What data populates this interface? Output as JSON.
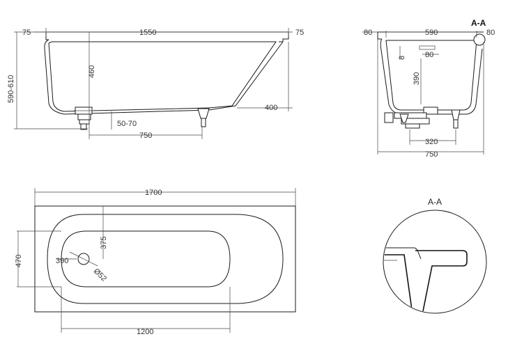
{
  "side_view": {
    "dims": {
      "left_rim": "75",
      "length": "1550",
      "right_rim": "75",
      "height": "590-610",
      "depth": "460",
      "slope": "400",
      "drain_height": "50-70",
      "feet_spacing": "750"
    }
  },
  "section_view": {
    "label": "A-A",
    "dims": {
      "left_rim": "80",
      "inner_width": "590",
      "right_rim": "80",
      "rim_thickness": "8",
      "rim_width": "80",
      "depth": "390",
      "feet_spacing": "320",
      "outer_width": "750"
    }
  },
  "top_view": {
    "dims": {
      "length": "1700",
      "width": "470",
      "drain_center": "375",
      "drain_offset": "390",
      "drain_diameter": "Ø52",
      "inner_length": "1200"
    }
  },
  "detail_view": {
    "label": "A-A"
  }
}
